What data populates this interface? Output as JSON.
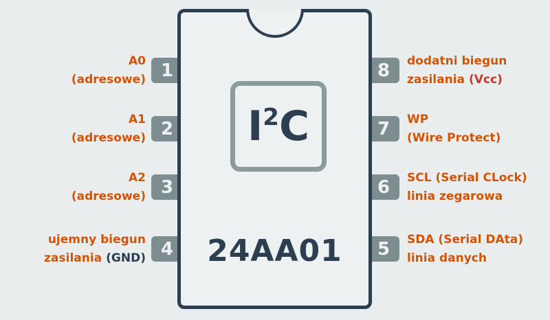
{
  "colors": {
    "background": "#e9edee",
    "chip_fill": "#eef1f2",
    "outline": "#2c3e50",
    "pin_box": "#7e8e90",
    "pin_number": "#eef1f2",
    "logo_border": "#8c9b9c",
    "label_orange": "#d35400",
    "accent_red": "#c0392b"
  },
  "chip": {
    "part_number": "24AA01",
    "logo": {
      "base": "I",
      "sup": "2",
      "end": "C"
    }
  },
  "pins": {
    "left": [
      {
        "number": "1",
        "line1": "A0",
        "line2": "(adresowe)",
        "suffix": ""
      },
      {
        "number": "2",
        "line1": "A1",
        "line2": "(adresowe)",
        "suffix": ""
      },
      {
        "number": "3",
        "line1": "A2",
        "line2": "(adresowe)",
        "suffix": ""
      },
      {
        "number": "4",
        "line1": "ujemny biegun",
        "line2": "zasilania",
        "suffix": "(GND)"
      }
    ],
    "right": [
      {
        "number": "8",
        "line1": "dodatni biegun",
        "line2": "zasilania",
        "suffix": "(Vcc)"
      },
      {
        "number": "7",
        "line1": "WP",
        "line2": "(Wire Protect)",
        "suffix": ""
      },
      {
        "number": "6",
        "line1": "SCL (Serial CLock)",
        "line2": "linia zegarowa",
        "suffix": ""
      },
      {
        "number": "5",
        "line1": "SDA (Serial DAta)",
        "line2": "linia danych",
        "suffix": ""
      }
    ]
  }
}
